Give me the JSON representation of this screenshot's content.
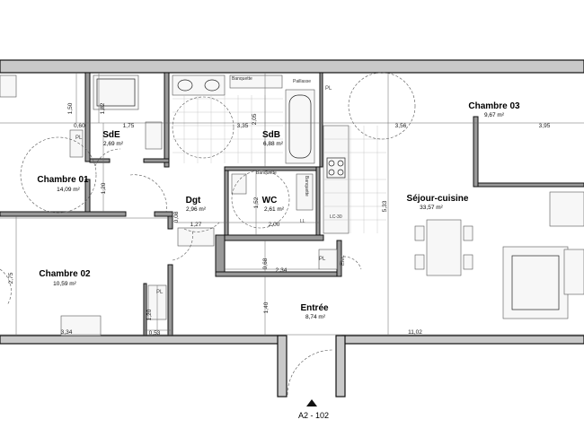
{
  "rooms": [
    {
      "name": "Chambre 01",
      "area": "14,09 m²"
    },
    {
      "name": "SdE",
      "area": "2,69 m²"
    },
    {
      "name": "SdB",
      "area": "6,88 m²"
    },
    {
      "name": "Chambre 03",
      "area": "9,67 m²"
    },
    {
      "name": "Dgt",
      "area": "2,96 m²"
    },
    {
      "name": "WC",
      "area": "2,61 m²"
    },
    {
      "name": "Séjour-cuisine",
      "area": "33,57 m²"
    },
    {
      "name": "Chambre 02",
      "area": "10,59 m²"
    },
    {
      "name": "Entrée",
      "area": "8,74 m²"
    }
  ],
  "dimensions": [
    "1,50",
    "0,60",
    "1,82",
    "1,75",
    "3,35",
    "2,05",
    "3,56",
    "3,95",
    "1,20",
    "1,27",
    "2,00",
    "1,52",
    "0,08",
    "2,34",
    "0,68",
    "2,75",
    "5,33",
    "1,20",
    "1,40",
    "3,34",
    "0,53",
    "11,02"
  ],
  "labels": {
    "pl_1": "PL",
    "pl_2": "PL",
    "pl_3": "PL",
    "pl_4": "PL",
    "banquette_1": "Banquette",
    "banquette_2": "Banquette",
    "banquette_3": "Banquette",
    "palliasse": "Paillasse",
    "lc": "LC-30",
    "ll": "LL",
    "elec": "Elec"
  },
  "plan_reference": "A2 - 102"
}
